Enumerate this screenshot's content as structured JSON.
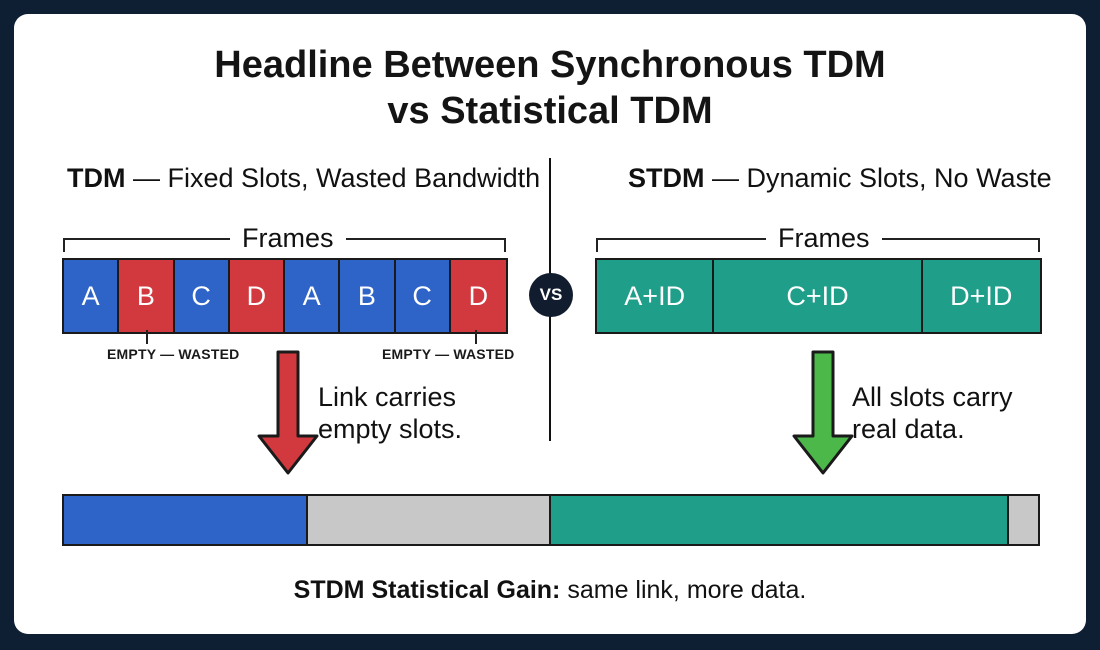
{
  "title": {
    "line1": "Headline Between Synchronous TDM",
    "line2": "vs Statistical TDM"
  },
  "tdm": {
    "heading_bold": "TDM",
    "heading_rest": " — Fixed Slots, Wasted Bandwidth",
    "frames_label": "Frames",
    "slots": [
      {
        "label": "A",
        "color": "#2e63c7"
      },
      {
        "label": "B",
        "color": "#d2393e"
      },
      {
        "label": "C",
        "color": "#2e63c7"
      },
      {
        "label": "D",
        "color": "#d2393e"
      },
      {
        "label": "A",
        "color": "#2e63c7"
      },
      {
        "label": "B",
        "color": "#2e63c7"
      },
      {
        "label": "C",
        "color": "#2e63c7"
      },
      {
        "label": "D",
        "color": "#d2393e"
      }
    ],
    "wasted_left": "EMPTY — WASTED",
    "wasted_right": "EMPTY — WASTED",
    "note_line1": "Link carries",
    "note_line2": "empty slots."
  },
  "vs_label": "VS",
  "stdm": {
    "heading_bold": "STDM",
    "heading_rest": " — Dynamic Slots, No Waste",
    "frames_label": "Frames",
    "slots": [
      {
        "label": "A+ID",
        "color": "#1f9e8a"
      },
      {
        "label": "C+ID",
        "color": "#1f9e8a"
      },
      {
        "label": "D+ID",
        "color": "#1f9e8a"
      }
    ],
    "note_line1": "All slots carry",
    "note_line2": "real data."
  },
  "utilization_bar": {
    "segments": [
      {
        "name": "tdm-used",
        "color": "#2e63c7",
        "fraction": 0.25
      },
      {
        "name": "tdm-wasted",
        "color": "#c8c8c8",
        "fraction": 0.25
      },
      {
        "name": "stdm-used",
        "color": "#1f9e8a",
        "fraction": 0.47
      },
      {
        "name": "stdm-idle",
        "color": "#c8c8c8",
        "fraction": 0.03
      }
    ]
  },
  "caption": {
    "bold": "STDM Statistical Gain:",
    "rest": " same link, more data."
  },
  "colors": {
    "tdm_arrow": "#d2393e",
    "stdm_arrow": "#4cb84a",
    "background": "#0f1f33"
  }
}
